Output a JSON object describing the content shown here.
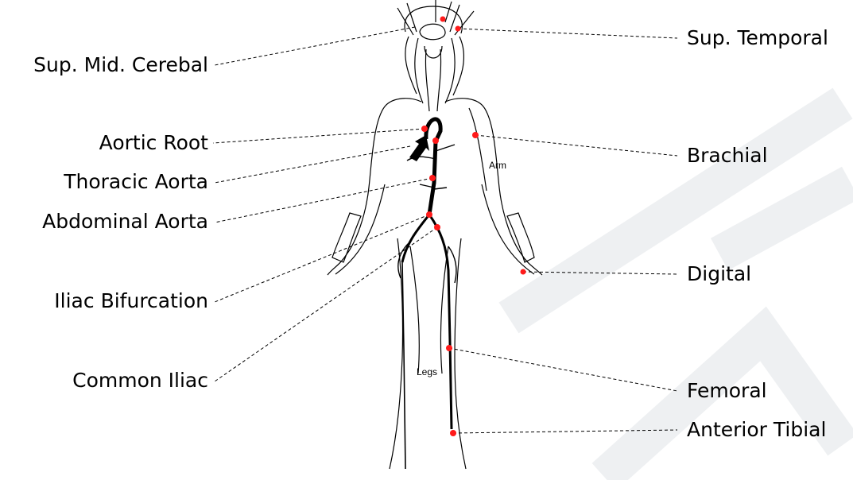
{
  "labels": {
    "sup_temporal": "Sup. Temporal",
    "sup_mid_cerebal": "Sup. Mid. Cerebal",
    "aortic_root": "Aortic Root",
    "thoracic_aorta": "Thoracic Aorta",
    "abdominal_aorta": "Abdominal Aorta",
    "iliac_bifurcation": "Iliac Bifurcation",
    "common_iliac": "Common Iliac",
    "brachial": "Brachial",
    "digital": "Digital",
    "femoral": "Femoral",
    "anterior_tibial": "Anterior Tibial"
  },
  "region_labels": {
    "arm": "Arm",
    "legs": "Legs"
  },
  "colors": {
    "measurement_point": "#ff1a1a",
    "line": "#000000",
    "watermark": "#eef0f2"
  }
}
